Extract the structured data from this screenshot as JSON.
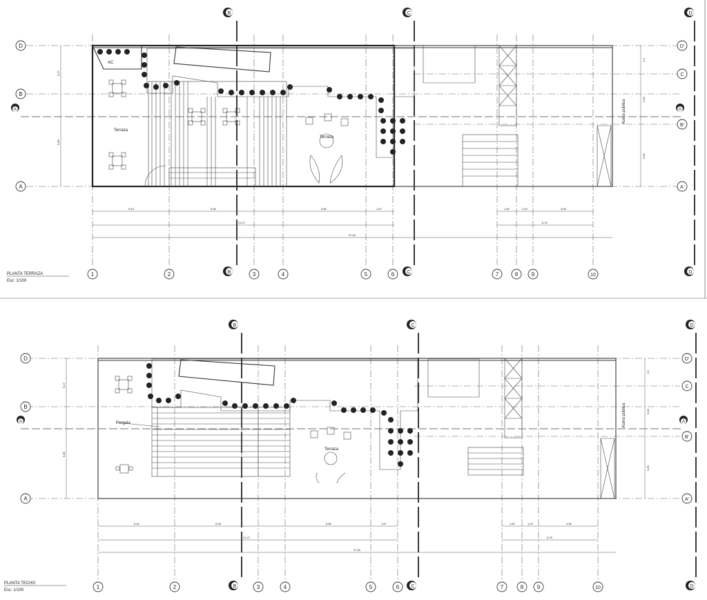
{
  "drawings": [
    {
      "title": "PLANTA TERRAZA",
      "scale": "Esc: 1/100",
      "labels": {
        "terrace_left": "Terraza",
        "terrace_center": "Terraza",
        "ac": "AC",
        "sidewalk": "Acera publica",
        "pergola": ""
      }
    },
    {
      "title": "PLANTA TECHO",
      "scale": "Esc: 1/100",
      "labels": {
        "terrace_left": "",
        "terrace_center": "Terraza",
        "ac": "",
        "sidewalk": "Acera publica",
        "pergola": "Pergola"
      }
    }
  ],
  "grid_axes_vertical": [
    "1",
    "2",
    "3",
    "4",
    "5",
    "6",
    "7",
    "8",
    "9",
    "10"
  ],
  "grid_axes_horizontal": [
    "D",
    "C",
    "B",
    "B'",
    "A"
  ],
  "grid_axes_horizontal_right": [
    "D'",
    "C",
    "B'",
    "A'"
  ],
  "section_marks": [
    "A",
    "B",
    "C",
    "D"
  ],
  "dimensions_top": [
    "5,40",
    "6,08",
    "5,85",
    "1,67",
    "1,60",
    "1,20",
    "4,08"
  ],
  "dimensions_mid": [
    "21,27",
    "6,78"
  ],
  "dimensions_total": [
    "37,05"
  ],
  "heights_left": [
    "6,17",
    "5,85"
  ],
  "heights_right": [
    "2,0",
    "2,60",
    "5,65"
  ]
}
